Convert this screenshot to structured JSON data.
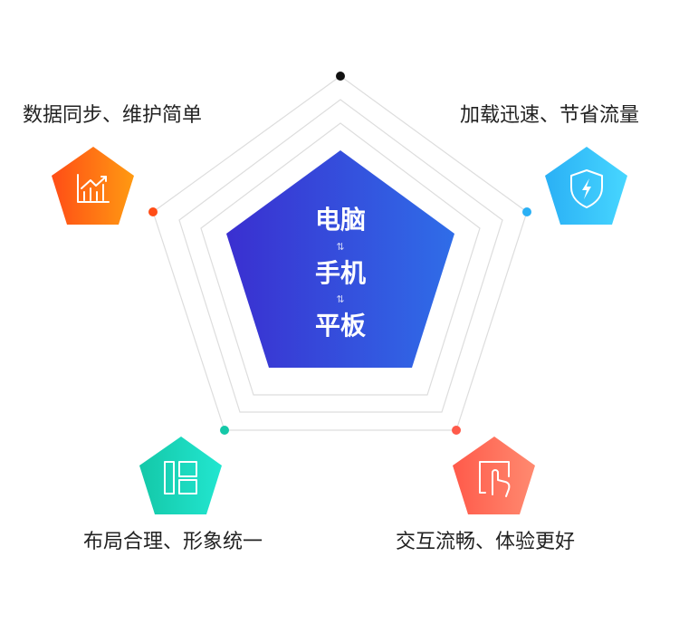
{
  "center": {
    "devices": [
      "电脑",
      "手机",
      "平板"
    ],
    "sync_arrow": "⇅"
  },
  "features": {
    "top_left": "数据同步、维护简单",
    "top_right": "加载迅速、节省流量",
    "bottom_left": "布局合理、形象统一",
    "bottom_right": "交互流畅、体验更好"
  },
  "icons": {
    "top_left": "chart-growth-icon",
    "top_right": "shield-lightning-icon",
    "bottom_left": "layout-grid-icon",
    "bottom_right": "tap-finger-icon"
  },
  "colors": {
    "center_gradient": [
      "#3a2fd0",
      "#2f6de8"
    ],
    "top_left": [
      "#ff4d16",
      "#ff9a12"
    ],
    "top_right": [
      "#2ab0f5",
      "#47d6ff"
    ],
    "bottom_left": [
      "#14c8a8",
      "#22e6d0"
    ],
    "bottom_right": [
      "#ff5a4a",
      "#ff8a70"
    ],
    "top_dot": "#111111",
    "grid": "#dddddd"
  }
}
